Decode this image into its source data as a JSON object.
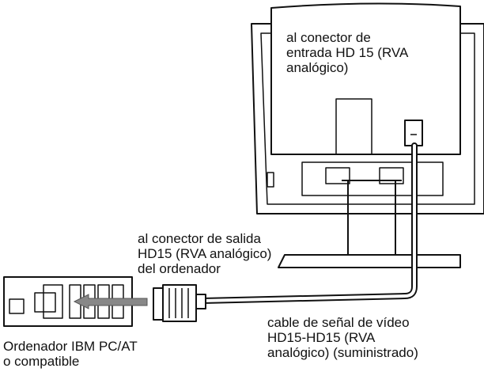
{
  "labels": {
    "monitor_input": [
      "al conector de",
      "entrada HD 15 (RVA",
      "analógico)"
    ],
    "computer_output": [
      "al conector de salida",
      "HD15 (RVA analógico)",
      "del ordenador"
    ],
    "cable": [
      "cable de señal de vídeo",
      "HD15-HD15 (RVA",
      "analógico) (suministrado)"
    ],
    "computer": [
      "Ordenador IBM PC/AT",
      "o compatible"
    ]
  }
}
